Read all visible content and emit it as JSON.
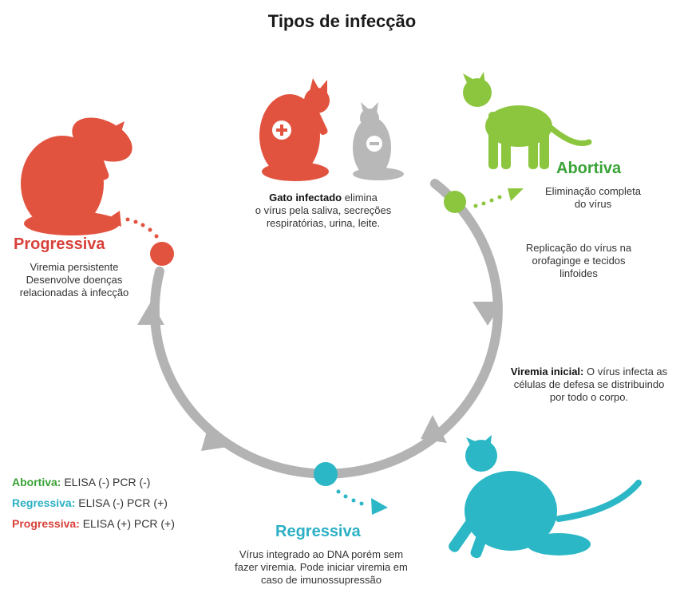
{
  "title": "Tipos de infecção",
  "colors": {
    "abortiva": "#8cc63f",
    "abortiva_text": "#3aa236",
    "progressiva": "#e2533f",
    "regressiva": "#2bb7c6",
    "cycle": "#b3b3b3",
    "gray_cat": "#b8b8b8"
  },
  "center": {
    "bold": "Gato infectado",
    "rest": " elimina",
    "line2": "o vírus pela saliva, secreções",
    "line3": "respiratórias, urina, leite."
  },
  "abortiva": {
    "heading": "Abortiva",
    "line1": "Eliminação completa",
    "line2": "do vírus"
  },
  "replication": {
    "line1": "Replicação do vírus na",
    "line2": "orofaginge e tecidos",
    "line3": "linfoides"
  },
  "viremia": {
    "bold": "Viremia inicial:",
    "rest": " O vírus infecta as",
    "line2": "células de defesa se distribuindo",
    "line3": "por todo o corpo."
  },
  "progressiva": {
    "heading": "Progressiva",
    "line1": "Viremia persistente",
    "line2": "Desenvolve doenças",
    "line3": "relacionadas à infecção"
  },
  "regressiva": {
    "heading": "Regressiva",
    "line1": "Vírus integrado ao DNA porém sem",
    "line2": "fazer viremia. Pode iniciar viremia em",
    "line3": "caso de imunossupressão"
  },
  "legend": [
    {
      "label": "Abortiva:",
      "value": " ELISA (-) PCR (-)"
    },
    {
      "label": "Regressiva:",
      "value": " ELISA (-) PCR (+)"
    },
    {
      "label": "Progressiva:",
      "value": " ELISA (+) PCR (+)"
    }
  ],
  "icons": [
    "positive-cat-icon",
    "negative-cat-icon",
    "green-cat-icon",
    "red-cat-icon",
    "teal-cat-icon"
  ]
}
